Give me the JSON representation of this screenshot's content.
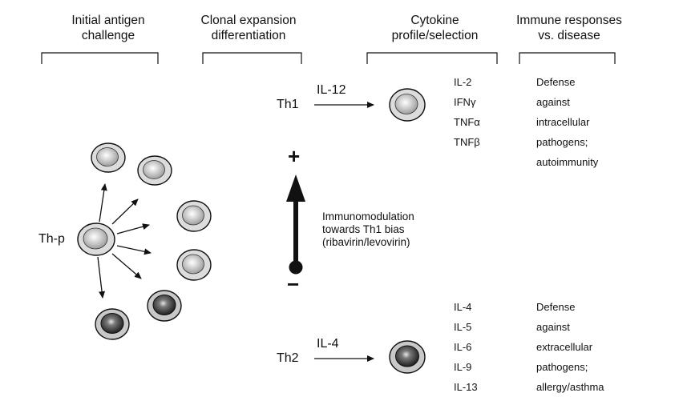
{
  "headers": {
    "initial": [
      "Initial antigen",
      "challenge"
    ],
    "clonal": [
      "Clonal expansion",
      "differentiation"
    ],
    "cytokine": [
      "Cytokine",
      "profile/selection"
    ],
    "immune": [
      "Immune responses",
      "vs. disease"
    ]
  },
  "thp_label": "Th-p",
  "th1": {
    "label": "Th1",
    "signal": "IL-12",
    "cytokines": [
      "IL-2",
      "IFNγ",
      "TNFα",
      "TNFβ"
    ],
    "response": [
      "Defense",
      "against",
      "intracellular",
      "pathogens;",
      "autoimmunity"
    ]
  },
  "th2": {
    "label": "Th2",
    "signal": "IL-4",
    "cytokines": [
      "IL-4",
      "IL-5",
      "IL-6",
      "IL-9",
      "IL-13"
    ],
    "response": [
      "Defense",
      "against",
      "extracellular",
      "pathogens;",
      "allergy/asthma"
    ]
  },
  "modulation": {
    "plus": "+",
    "minus": "−",
    "text": [
      "Immunomodulation",
      "towards Th1 bias",
      "(ribavirin/levovirin)"
    ]
  }
}
